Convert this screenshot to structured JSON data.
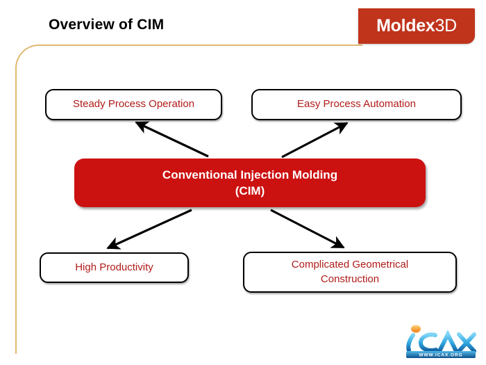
{
  "slide": {
    "title": "Overview of CIM",
    "background_color": "#ffffff",
    "frame_line_color": "#e2b872"
  },
  "brand_logo": {
    "name": "Moldex3D",
    "text_bold": "Moldex",
    "text_light": "3D",
    "background_color": "#c0341c",
    "text_color": "#ffffff"
  },
  "diagram": {
    "center": {
      "line1": "Conventional Injection Molding",
      "line2": "(CIM)",
      "fill_color": "#cc1111",
      "text_color": "#ffffff"
    },
    "nodes": [
      {
        "id": "steady",
        "label": "Steady Process Operation"
      },
      {
        "id": "easy",
        "label": "Easy Process Automation"
      },
      {
        "id": "productivity",
        "label": "High Productivity"
      },
      {
        "id": "geometry",
        "line1": "Complicated Geometrical",
        "line2": "Construction"
      }
    ],
    "node_text_color": "#b01b18",
    "node_border_color": "#000000",
    "arrow_color": "#000000",
    "arrow_count": 4
  },
  "watermark": {
    "name": "iCAX",
    "wordmark": "iCAX",
    "url_text": "WWW.ICAX.ORG",
    "primary_color": "#29a3e0",
    "accent_color": "#f08a1e"
  }
}
